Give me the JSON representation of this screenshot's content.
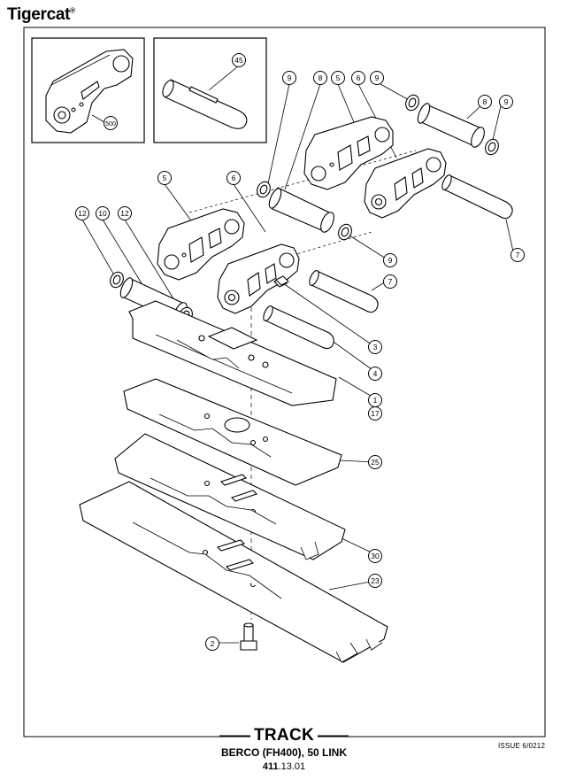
{
  "brand": {
    "name": "Tigercat",
    "mark": "®"
  },
  "callouts": [
    {
      "id": "c-500",
      "label": "500"
    },
    {
      "id": "c-45",
      "label": "45"
    },
    {
      "id": "c-9a",
      "label": "9"
    },
    {
      "id": "c-8a",
      "label": "8"
    },
    {
      "id": "c-5a",
      "label": "5"
    },
    {
      "id": "c-6a",
      "label": "6"
    },
    {
      "id": "c-9b",
      "label": "9"
    },
    {
      "id": "c-8b",
      "label": "8"
    },
    {
      "id": "c-9c",
      "label": "9"
    },
    {
      "id": "c-5b",
      "label": "5"
    },
    {
      "id": "c-6b",
      "label": "6"
    },
    {
      "id": "c-12a",
      "label": "12"
    },
    {
      "id": "c-10",
      "label": "10"
    },
    {
      "id": "c-12b",
      "label": "12"
    },
    {
      "id": "c-9d",
      "label": "9"
    },
    {
      "id": "c-7a",
      "label": "7"
    },
    {
      "id": "c-7b",
      "label": "7"
    },
    {
      "id": "c-3",
      "label": "3"
    },
    {
      "id": "c-4",
      "label": "4"
    },
    {
      "id": "c-1",
      "label": "1"
    },
    {
      "id": "c-17",
      "label": "17"
    },
    {
      "id": "c-25",
      "label": "25"
    },
    {
      "id": "c-30",
      "label": "30"
    },
    {
      "id": "c-23",
      "label": "23"
    },
    {
      "id": "c-2",
      "label": "2"
    }
  ],
  "footer": {
    "title": "TRACK",
    "subtitle": "BERCO (FH400), 50 LINK",
    "code_bold": "411",
    "code_rest": ".13.01",
    "issue": "ISSUE 6/0212"
  }
}
